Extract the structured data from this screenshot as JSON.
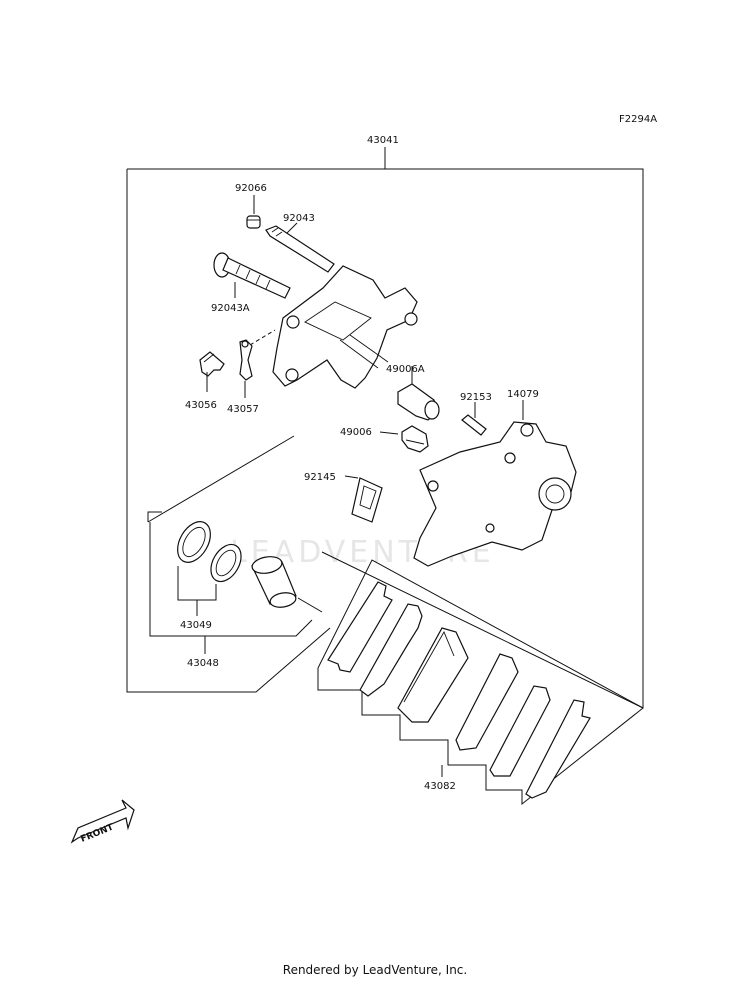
{
  "diagram_code": "F2294A",
  "watermark": "LEADVENTURE",
  "front_label": "FRONT",
  "footer": "Rendered by LeadVenture, Inc.",
  "parts": [
    {
      "id": "p43041",
      "label": "43041"
    },
    {
      "id": "p92066",
      "label": "92066"
    },
    {
      "id": "p92043",
      "label": "92043"
    },
    {
      "id": "p92043A",
      "label": "92043A"
    },
    {
      "id": "p43056",
      "label": "43056"
    },
    {
      "id": "p43057",
      "label": "43057"
    },
    {
      "id": "p49006A",
      "label": "49006A"
    },
    {
      "id": "p92153",
      "label": "92153"
    },
    {
      "id": "p14079",
      "label": "14079"
    },
    {
      "id": "p49006",
      "label": "49006"
    },
    {
      "id": "p92145",
      "label": "92145"
    },
    {
      "id": "p43049",
      "label": "43049"
    },
    {
      "id": "p43048",
      "label": "43048"
    },
    {
      "id": "p43082",
      "label": "43082"
    }
  ]
}
